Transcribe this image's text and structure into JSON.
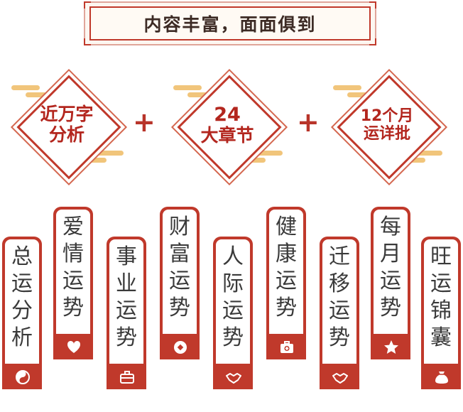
{
  "banner": {
    "title": "内容丰富，面面俱到"
  },
  "diamonds": [
    {
      "line1": "近万字",
      "line2": "分析"
    },
    {
      "line1": "24",
      "line2": "大章节"
    },
    {
      "line1": "12个月",
      "line2": "运详批"
    }
  ],
  "plus": "+",
  "cards": [
    {
      "chars": [
        "总",
        "运",
        "分",
        "析"
      ],
      "icon": "yin-yang-icon"
    },
    {
      "chars": [
        "爱",
        "情",
        "运",
        "势"
      ],
      "icon": "heart-icon"
    },
    {
      "chars": [
        "事",
        "业",
        "运",
        "势"
      ],
      "icon": "briefcase-icon"
    },
    {
      "chars": [
        "财",
        "富",
        "运",
        "势"
      ],
      "icon": "coin-icon"
    },
    {
      "chars": [
        "人",
        "际",
        "运",
        "势"
      ],
      "icon": "handshake-icon"
    },
    {
      "chars": [
        "健",
        "康",
        "运",
        "势"
      ],
      "icon": "medical-kit-icon"
    },
    {
      "chars": [
        "迁",
        "移",
        "运",
        "势"
      ],
      "icon": "handshake-icon"
    },
    {
      "chars": [
        "每",
        "月",
        "运",
        "势"
      ],
      "icon": "star-icon"
    },
    {
      "chars": [
        "旺",
        "运",
        "锦",
        "囊"
      ],
      "icon": "pouch-icon"
    }
  ],
  "colors": {
    "accent": "#c0392b",
    "gold": "#f1c57b",
    "text": "#3d2b25"
  }
}
